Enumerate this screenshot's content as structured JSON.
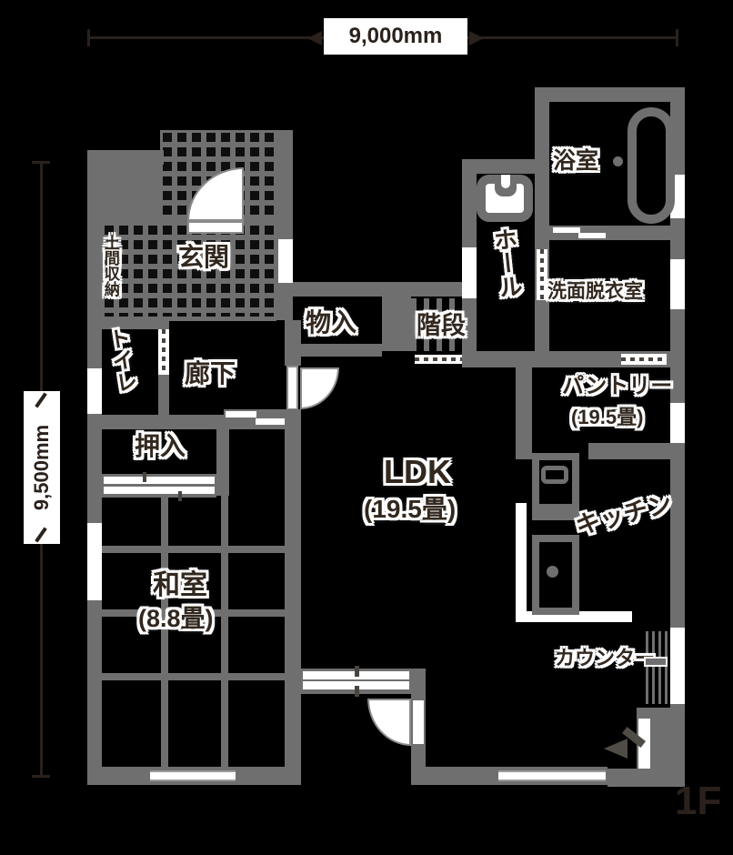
{
  "floor": {
    "label": "1F"
  },
  "dimensions": {
    "width": "9,000mm",
    "height": "9,500mm"
  },
  "rooms": {
    "genkan": {
      "label": "玄関"
    },
    "doma": {
      "label": "土間収納"
    },
    "toilet": {
      "label": "トイレ"
    },
    "hallway": {
      "label": "廊下"
    },
    "storage": {
      "label": "物入"
    },
    "stairs": {
      "label": "階段"
    },
    "hall": {
      "label": "ホール"
    },
    "bath": {
      "label": "浴室"
    },
    "washroom": {
      "label": "洗面脱衣室"
    },
    "pantry": {
      "label": "パントリー",
      "size": "(19.5畳)"
    },
    "ldk": {
      "label": "LDK",
      "size": "(19.5畳)"
    },
    "kitchen": {
      "label": "キッチン"
    },
    "counter": {
      "label": "カウンター"
    },
    "oshiire": {
      "label": "押入"
    },
    "washitsu": {
      "label": "和室",
      "size": "(8.8畳)"
    }
  },
  "colors": {
    "wall": "#6f6f6f",
    "background": "#000000",
    "text": "#32281f",
    "dimension": "#2b211c",
    "white": "#ffffff"
  }
}
